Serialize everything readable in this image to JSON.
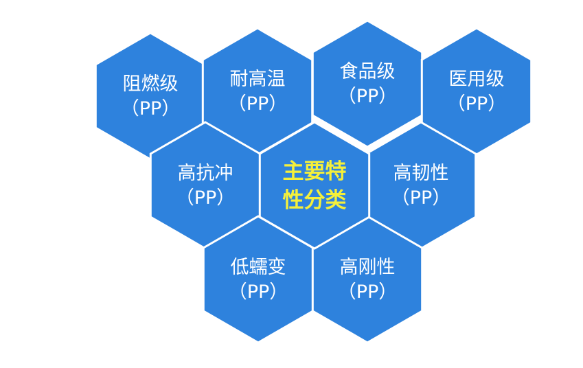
{
  "colors": {
    "hex_fill": "#2e82dd",
    "hex_fill_center": "#2e82dd",
    "border": "#ffffff",
    "text": "#ffffff",
    "center_text": "#f5f03a"
  },
  "diagram": {
    "center": {
      "id": "main",
      "lines": [
        "主要特",
        "性分类"
      ]
    },
    "categories": [
      {
        "id": "flame-retardant",
        "lines": [
          "阻燃级",
          "（PP）"
        ]
      },
      {
        "id": "high-temp",
        "lines": [
          "耐高温",
          "（PP）"
        ]
      },
      {
        "id": "food-grade",
        "lines": [
          "食品级",
          "（PP）"
        ]
      },
      {
        "id": "medical",
        "lines": [
          "医用级",
          "（PP）"
        ]
      },
      {
        "id": "high-impact",
        "lines": [
          "高抗冲",
          "（PP）"
        ]
      },
      {
        "id": "high-toughness",
        "lines": [
          "高韧性",
          "（PP）"
        ]
      },
      {
        "id": "low-creep",
        "lines": [
          "低蠕变",
          "（PP）"
        ]
      },
      {
        "id": "high-rigidity",
        "lines": [
          "高刚性",
          "（PP）"
        ]
      }
    ]
  }
}
